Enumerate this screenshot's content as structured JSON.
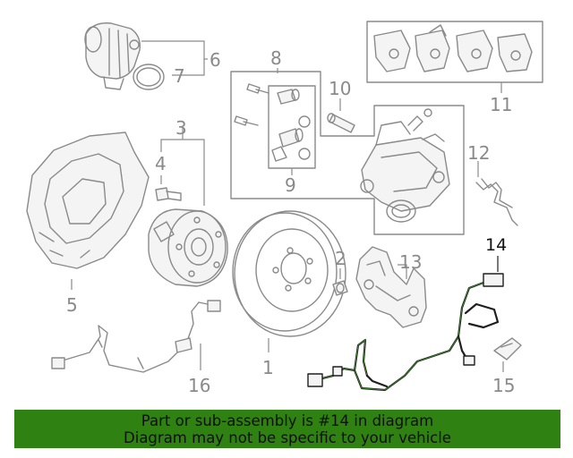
{
  "callouts": {
    "c1": "1",
    "c2": "2",
    "c3": "3",
    "c4": "4",
    "c5": "5",
    "c6": "6",
    "c7": "7",
    "c8": "8",
    "c9": "9",
    "c10": "10",
    "c11": "11",
    "c12": "12",
    "c13": "13",
    "c14": "14",
    "c15": "15",
    "c16": "16"
  },
  "highlight_callout": "14",
  "colors": {
    "banner": "#2f8111",
    "highlight_wire": "#3a7d2a",
    "part_line": "#8a8a8a"
  },
  "banner": {
    "line1": "Part or sub-assembly is #14 in diagram",
    "line2": "Diagram may not be specific to your vehicle"
  }
}
